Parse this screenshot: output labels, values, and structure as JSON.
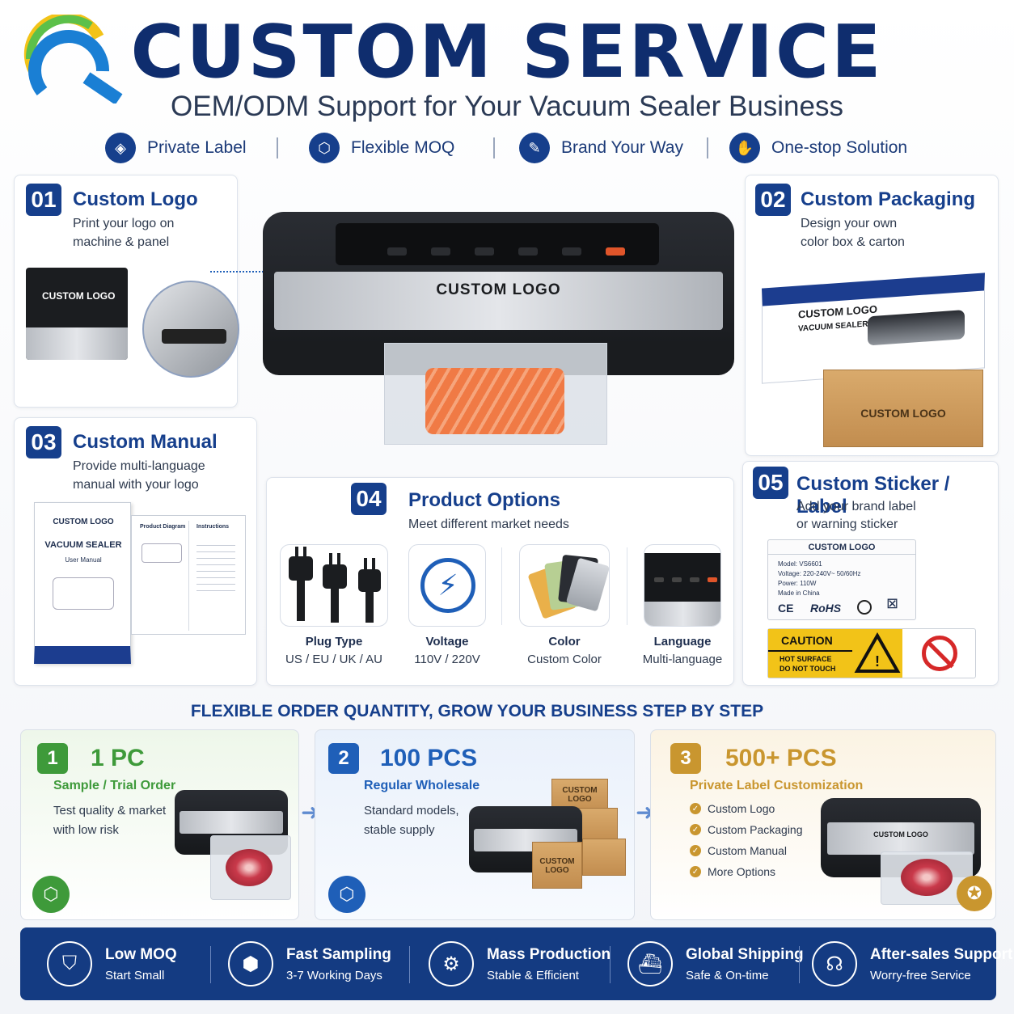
{
  "header": {
    "title": "CUSTOM SERVICE",
    "subtitle": "OEM/ODM Support for Your Vacuum Sealer Business"
  },
  "features": [
    {
      "label": "Private Label",
      "icon": "tag-icon"
    },
    {
      "label": "Flexible MOQ",
      "icon": "box-icon"
    },
    {
      "label": "Brand Your Way",
      "icon": "palette-icon"
    },
    {
      "label": "One-stop Solution",
      "icon": "handshake-icon"
    }
  ],
  "custom_logo": {
    "num": "01",
    "title": "Custom Logo",
    "desc1": "Print your logo on",
    "desc2": "machine & panel",
    "label": "CUSTOM LOGO"
  },
  "machine_label": "CUSTOM LOGO",
  "custom_packaging": {
    "num": "02",
    "title": "Custom Packaging",
    "desc1": "Design your own",
    "desc2": "color box & carton",
    "box_logo": "CUSTOM LOGO",
    "box_sub": "VACUUM SEALER",
    "carton_logo": "CUSTOM LOGO"
  },
  "custom_manual": {
    "num": "03",
    "title": "Custom Manual",
    "desc1": "Provide multi-language",
    "desc2": "manual with your logo",
    "cover_logo": "CUSTOM LOGO",
    "cover_title": "VACUUM SEALER",
    "cover_sub": "User Manual",
    "page1": "Product Diagram",
    "page2": "Instructions"
  },
  "product_options": {
    "num": "04",
    "title": "Product Options",
    "desc": "Meet different market needs",
    "options": [
      {
        "label": "Plug Type",
        "value": "US / EU / UK / AU"
      },
      {
        "label": "Voltage",
        "value": "110V / 220V"
      },
      {
        "label": "Color",
        "value": "Custom Color"
      },
      {
        "label": "Language",
        "value": "Multi-language"
      }
    ]
  },
  "custom_sticker": {
    "num": "05",
    "title": "Custom Sticker / Label",
    "desc1": "Add your brand label",
    "desc2": "or warning sticker",
    "label_title": "CUSTOM LOGO",
    "label_lines": [
      "Model: VS6601",
      "Voltage: 220-240V~ 50/60Hz",
      "Power: 110W",
      "Made in China"
    ],
    "marks": [
      "CE",
      "RoHS"
    ],
    "caution": "CAUTION",
    "caution_sub1": "HOT SURFACE",
    "caution_sub2": "DO NOT TOUCH"
  },
  "moq_heading": "FLEXIBLE ORDER QUANTITY, GROW YOUR BUSINESS STEP BY STEP",
  "steps": [
    {
      "num": "1",
      "qty": "1 PC",
      "type": "Sample / Trial Order",
      "desc1": "Test quality & market",
      "desc2": "with low risk",
      "color": "#3e9a3a"
    },
    {
      "num": "2",
      "qty": "100 PCS",
      "type": "Regular Wholesale",
      "desc1": "Standard models,",
      "desc2": "stable supply",
      "color": "#1f5fb8",
      "box_label": "CUSTOM LOGO"
    },
    {
      "num": "3",
      "qty": "500+ PCS",
      "type": "Private Label Customization",
      "checks": [
        "Custom Logo",
        "Custom Packaging",
        "Custom Manual",
        "More Options"
      ],
      "color": "#c9962f",
      "machine_label": "CUSTOM LOGO"
    }
  ],
  "bottom_bar": [
    {
      "title": "Low MOQ",
      "sub": "Start Small",
      "icon": "shield-icon"
    },
    {
      "title": "Fast Sampling",
      "sub": "3-7 Working Days",
      "icon": "package-icon"
    },
    {
      "title": "Mass Production",
      "sub": "Stable & Efficient",
      "icon": "factory-icon"
    },
    {
      "title": "Global Shipping",
      "sub": "Safe & On-time",
      "icon": "ship-icon"
    },
    {
      "title": "After-sales Support",
      "sub": "Worry-free Service",
      "icon": "headset-icon"
    }
  ]
}
